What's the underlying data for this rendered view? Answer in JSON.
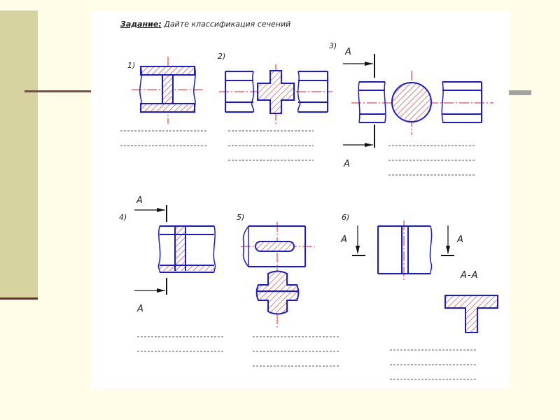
{
  "task": {
    "label": "Задание:",
    "text": "Дайте классификация сечений"
  },
  "figures": [
    {
      "number": "1)"
    },
    {
      "number": "2)"
    },
    {
      "number": "3)",
      "arrow_labels": [
        "A",
        "A"
      ]
    },
    {
      "number": "4)",
      "arrow_labels": [
        "A",
        "A"
      ]
    },
    {
      "number": "5)"
    },
    {
      "number": "6)",
      "arrow_labels": [
        "A",
        "A"
      ],
      "section_label": "A-A"
    }
  ],
  "colors": {
    "outline": "#1a1ad0",
    "centerline": "#e02020",
    "hatch": "#c04040",
    "answer_line": "#555555",
    "background": "#fffde8",
    "side_block": "#d6d3a0",
    "accent_rule": "#7a4a52"
  }
}
